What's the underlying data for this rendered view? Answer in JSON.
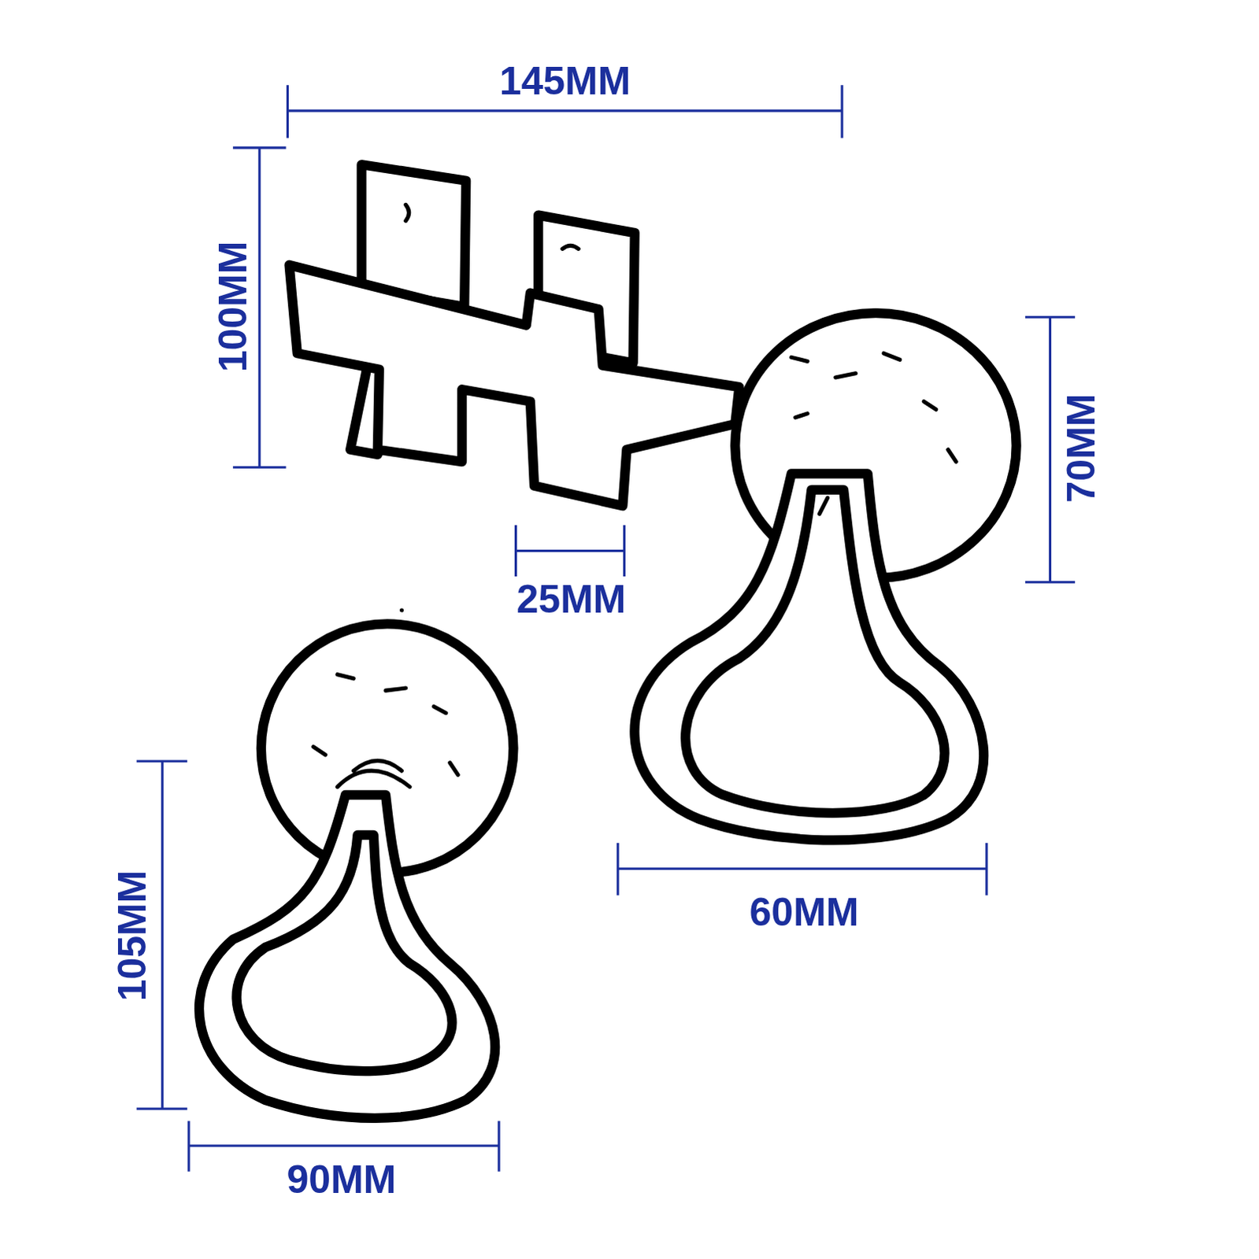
{
  "diagram": {
    "labels": [
      "145MM",
      "100MM",
      "70MM",
      "25MM",
      "60MM",
      "105MM",
      "90MM"
    ]
  }
}
